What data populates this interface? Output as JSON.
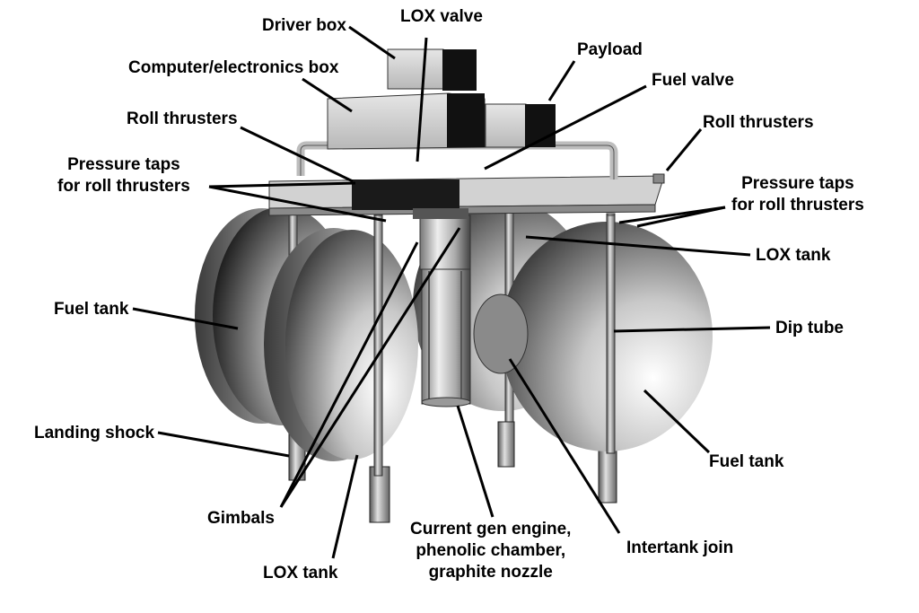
{
  "diagram": {
    "colors": {
      "background": "#ffffff",
      "text": "#000000",
      "leader": "#000000",
      "metal_light": "#f2f2f2",
      "metal_mid": "#9a9a9a",
      "metal_dark": "#1a1a1a"
    },
    "labels": {
      "driver_box": "Driver box",
      "lox_valve": "LOX valve",
      "payload": "Payload",
      "computer_box": "Computer/electronics box",
      "fuel_valve": "Fuel valve",
      "roll_thrusters_left": "Roll thrusters",
      "roll_thrusters_right": "Roll thrusters",
      "pressure_taps_left_1": "Pressure taps",
      "pressure_taps_left_2": "for roll thrusters",
      "pressure_taps_right_1": "Pressure taps",
      "pressure_taps_right_2": "for roll thrusters",
      "lox_tank_right": "LOX tank",
      "fuel_tank_left": "Fuel tank",
      "dip_tube": "Dip tube",
      "landing_shock": "Landing shock",
      "fuel_tank_right": "Fuel tank",
      "gimbals": "Gimbals",
      "lox_tank_bottom": "LOX tank",
      "engine_1": "Current gen engine,",
      "engine_2": "phenolic chamber,",
      "engine_3": "graphite nozzle",
      "intertank_join": "Intertank join"
    }
  }
}
